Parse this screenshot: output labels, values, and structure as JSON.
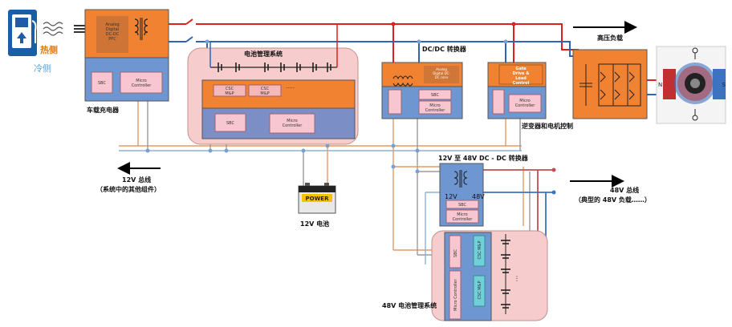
{
  "labels": {
    "hot_side": "热侧",
    "cold_side": "冷侧",
    "onboard_charger": "车载充电器",
    "bms": "电池管理系统",
    "dcdc": "DC/DC 转换器",
    "inverter_motor": "逆变器和电机控制",
    "hv_load": "高压负载",
    "dcdc_12_48": "12V 至 48V DC - DC 转换器",
    "bus12_line1": "12V 总线",
    "bus12_line2": "（系统中的其他组件）",
    "battery12": "12V 电池",
    "bus48_line1": "48V 总线",
    "bus48_line2": "（典型的 48V 负载……）",
    "bms48": "48V 电池管理系统",
    "power": "POWER"
  },
  "chips": {
    "sbc": "SBC",
    "micro": "Micro\nController",
    "csc": "CSC\nM&P",
    "pfc": "Analog\nDigital\nDC-DC\nPFC",
    "iso": "Analog\nDigital DC-\nDC conv",
    "gate": "Gate\nDrive &\nLoad\nControl",
    "v12": "12V",
    "v48": "48V",
    "dots": "....."
  },
  "colors": {
    "orange": "#f08232",
    "blue_panel": "#6e97d2",
    "chip_pink": "#f7c6d0",
    "bms_bg": "#f6cccc",
    "hv_red": "#e02020",
    "hv_blue": "#2d64b8"
  }
}
